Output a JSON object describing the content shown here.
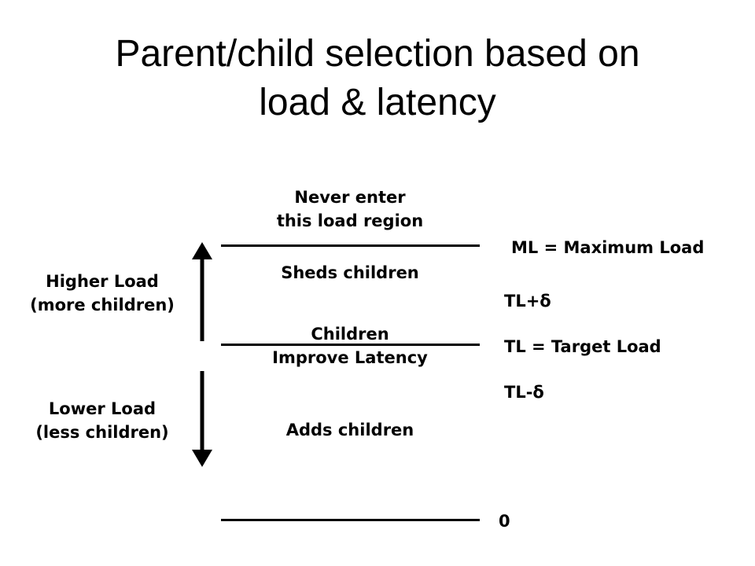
{
  "title": {
    "line1": "Parent/child selection based on",
    "line2": "load & latency"
  },
  "regions": {
    "never_enter_line1": "Never enter",
    "never_enter_line2": "this load region",
    "sheds": "Sheds children",
    "improve_line1": "Children",
    "improve_line2": "Improve Latency",
    "adds": "Adds children"
  },
  "levels": {
    "max_load": "ML = Maximum Load",
    "tl_plus": "TL+δ",
    "target_load": "TL = Target Load",
    "tl_minus": "TL-δ",
    "zero": "0"
  },
  "sides": {
    "higher_line1": "Higher Load",
    "higher_line2": "(more children)",
    "lower_line1": "Lower Load",
    "lower_line2": "(less children)"
  },
  "icons": {
    "up": "arrow-up-icon",
    "down": "arrow-down-icon"
  }
}
